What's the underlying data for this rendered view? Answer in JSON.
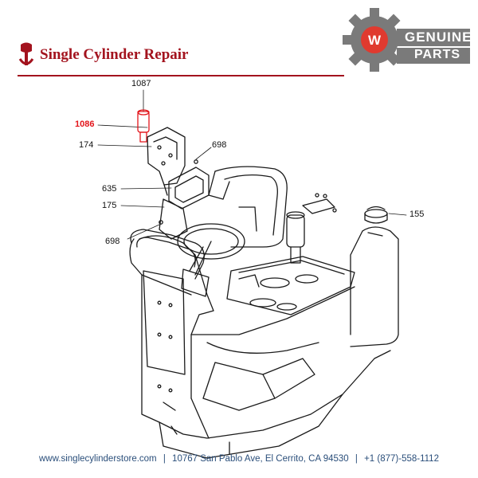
{
  "brand": {
    "name": "Single Cylinder Repair",
    "accent": "#a3131e"
  },
  "badge": {
    "line1": "GENUINE",
    "line2": "PARTS",
    "logo_letter": "W",
    "color": "#7a7a7a",
    "logo_color": "#e03a2f"
  },
  "callouts": [
    {
      "id": "1087",
      "label": "1087",
      "highlight": false
    },
    {
      "id": "1086",
      "label": "1086",
      "highlight": true
    },
    {
      "id": "174",
      "label": "174",
      "highlight": false
    },
    {
      "id": "698a",
      "label": "698",
      "highlight": false
    },
    {
      "id": "635",
      "label": "635",
      "highlight": false
    },
    {
      "id": "175",
      "label": "175",
      "highlight": false
    },
    {
      "id": "155",
      "label": "155",
      "highlight": false
    },
    {
      "id": "698b",
      "label": "698",
      "highlight": false
    }
  ],
  "footer": {
    "website": "www.singlecylinderstore.com",
    "address": "10767 San Pablo Ave, El Cerrito, CA 94530",
    "phone": "+1 (877)-558-1112",
    "separator": "|"
  }
}
